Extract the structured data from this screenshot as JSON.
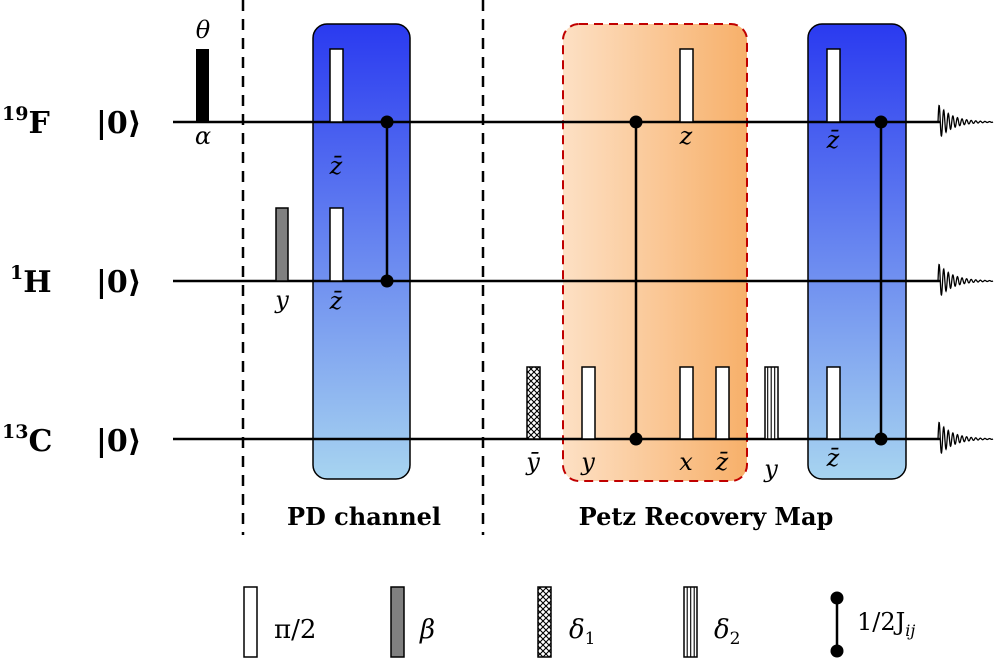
{
  "qubits": [
    {
      "id": "F",
      "mass": "19",
      "element": "F",
      "ket": "|0⟩"
    },
    {
      "id": "H",
      "mass": "1",
      "element": "H",
      "ket": "|0⟩"
    },
    {
      "id": "C",
      "mass": "13",
      "element": "C",
      "ket": "|0⟩"
    }
  ],
  "rotation": {
    "theta": "θ",
    "alpha": "α"
  },
  "sections": {
    "pd": "PD channel",
    "petz": "Petz Recovery Map"
  },
  "pulse_labels": {
    "h_beta": "y",
    "pd_f": "z̄",
    "pd_h": "z̄",
    "c_delta1": "ȳ",
    "petz_c_y": "y",
    "petz_f_z": "z",
    "petz_c_x": "x",
    "petz_c_zbar": "z̄",
    "c_delta2": "y",
    "last_f": "z̄",
    "last_c": "z̄"
  },
  "legend": {
    "pi2": "π/2",
    "beta": "β",
    "delta1": "δ",
    "delta1_sub": "1",
    "delta2": "δ",
    "delta2_sub": "2",
    "coupling": "1/2J",
    "coupling_sub": "ij"
  },
  "colors": {
    "blue_top": "#2a3af0",
    "blue_bottom": "#a7d4f0",
    "orange_left": "#fde0c4",
    "orange_right": "#f7b06a",
    "dash_red": "#c00000",
    "beta_gray": "#808080"
  }
}
